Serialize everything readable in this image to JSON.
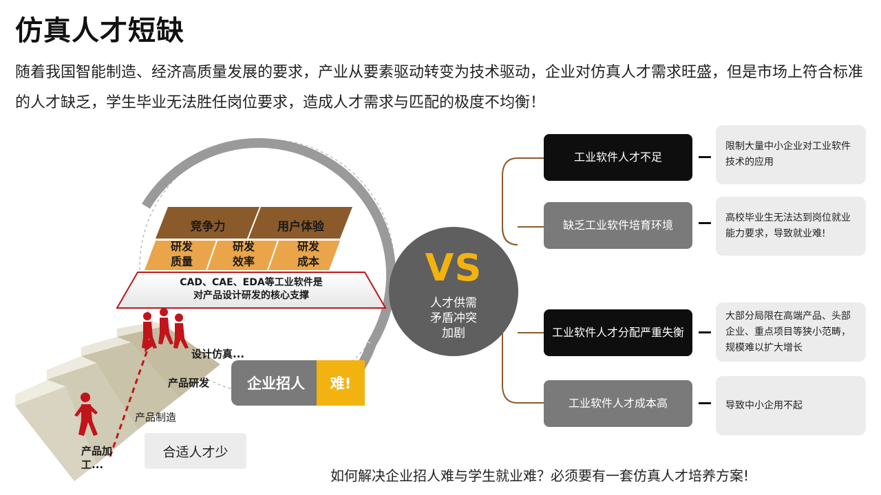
{
  "title": "仿真人才短缺",
  "intro": "随着我国智能制造、经济高质量发展的要求，产业从要素驱动转变为技术驱动，企业对仿真人才需求旺盛，但是市场上符合标准的人才缺乏，学生毕业无法胜任岗位要求，造成人才需求与匹配的极度不均衡！",
  "diagram": {
    "roof_left": "竞争力",
    "roof_right": "用户体验",
    "col1": "研发\n质量",
    "col2": "研发\n效率",
    "col3": "研发\n成本",
    "core_support": "CAD、CAE、EDA等工业软件是\n对产品设计研发的核心支撑",
    "steps": {
      "step1": "产品加工...",
      "step2": "产品制造",
      "step3": "产品研发",
      "step4": "设计仿真..."
    },
    "hire_label": "企业招人",
    "hire_hard": "难!",
    "few_talent": "合适人才少",
    "vs": "VS",
    "vs_sub": "人才供需\n矛盾冲突\n加剧"
  },
  "issues": [
    {
      "label": "工业软件人才不足",
      "style": "black",
      "detail": "限制大量中小企业对工业软件技术的应用"
    },
    {
      "label": "缺乏工业软件培育环境",
      "style": "grey",
      "detail": "高校毕业生无法达到岗位就业能力要求，导致就业难!"
    },
    {
      "label": "工业软件人才分配严重失衡",
      "style": "black",
      "detail": "大部分局限在高端产品、头部企业、重点项目等狭小范畴，规模难以扩大增长"
    },
    {
      "label": "工业软件人才成本高",
      "style": "grey",
      "detail": "导致中小企用不起"
    }
  ],
  "footer": "如何解决企业招人难与学生就业难？必须要有一套仿真人才培养方案!",
  "colors": {
    "accent_yellow": "#f2b311",
    "brown_roof": "#8b5a2b",
    "orange_pillar": "#eaa54a",
    "red_figure": "#c0151b",
    "dark_grey": "#5f5f5f",
    "bracket_brown": "#8b5a2b"
  }
}
